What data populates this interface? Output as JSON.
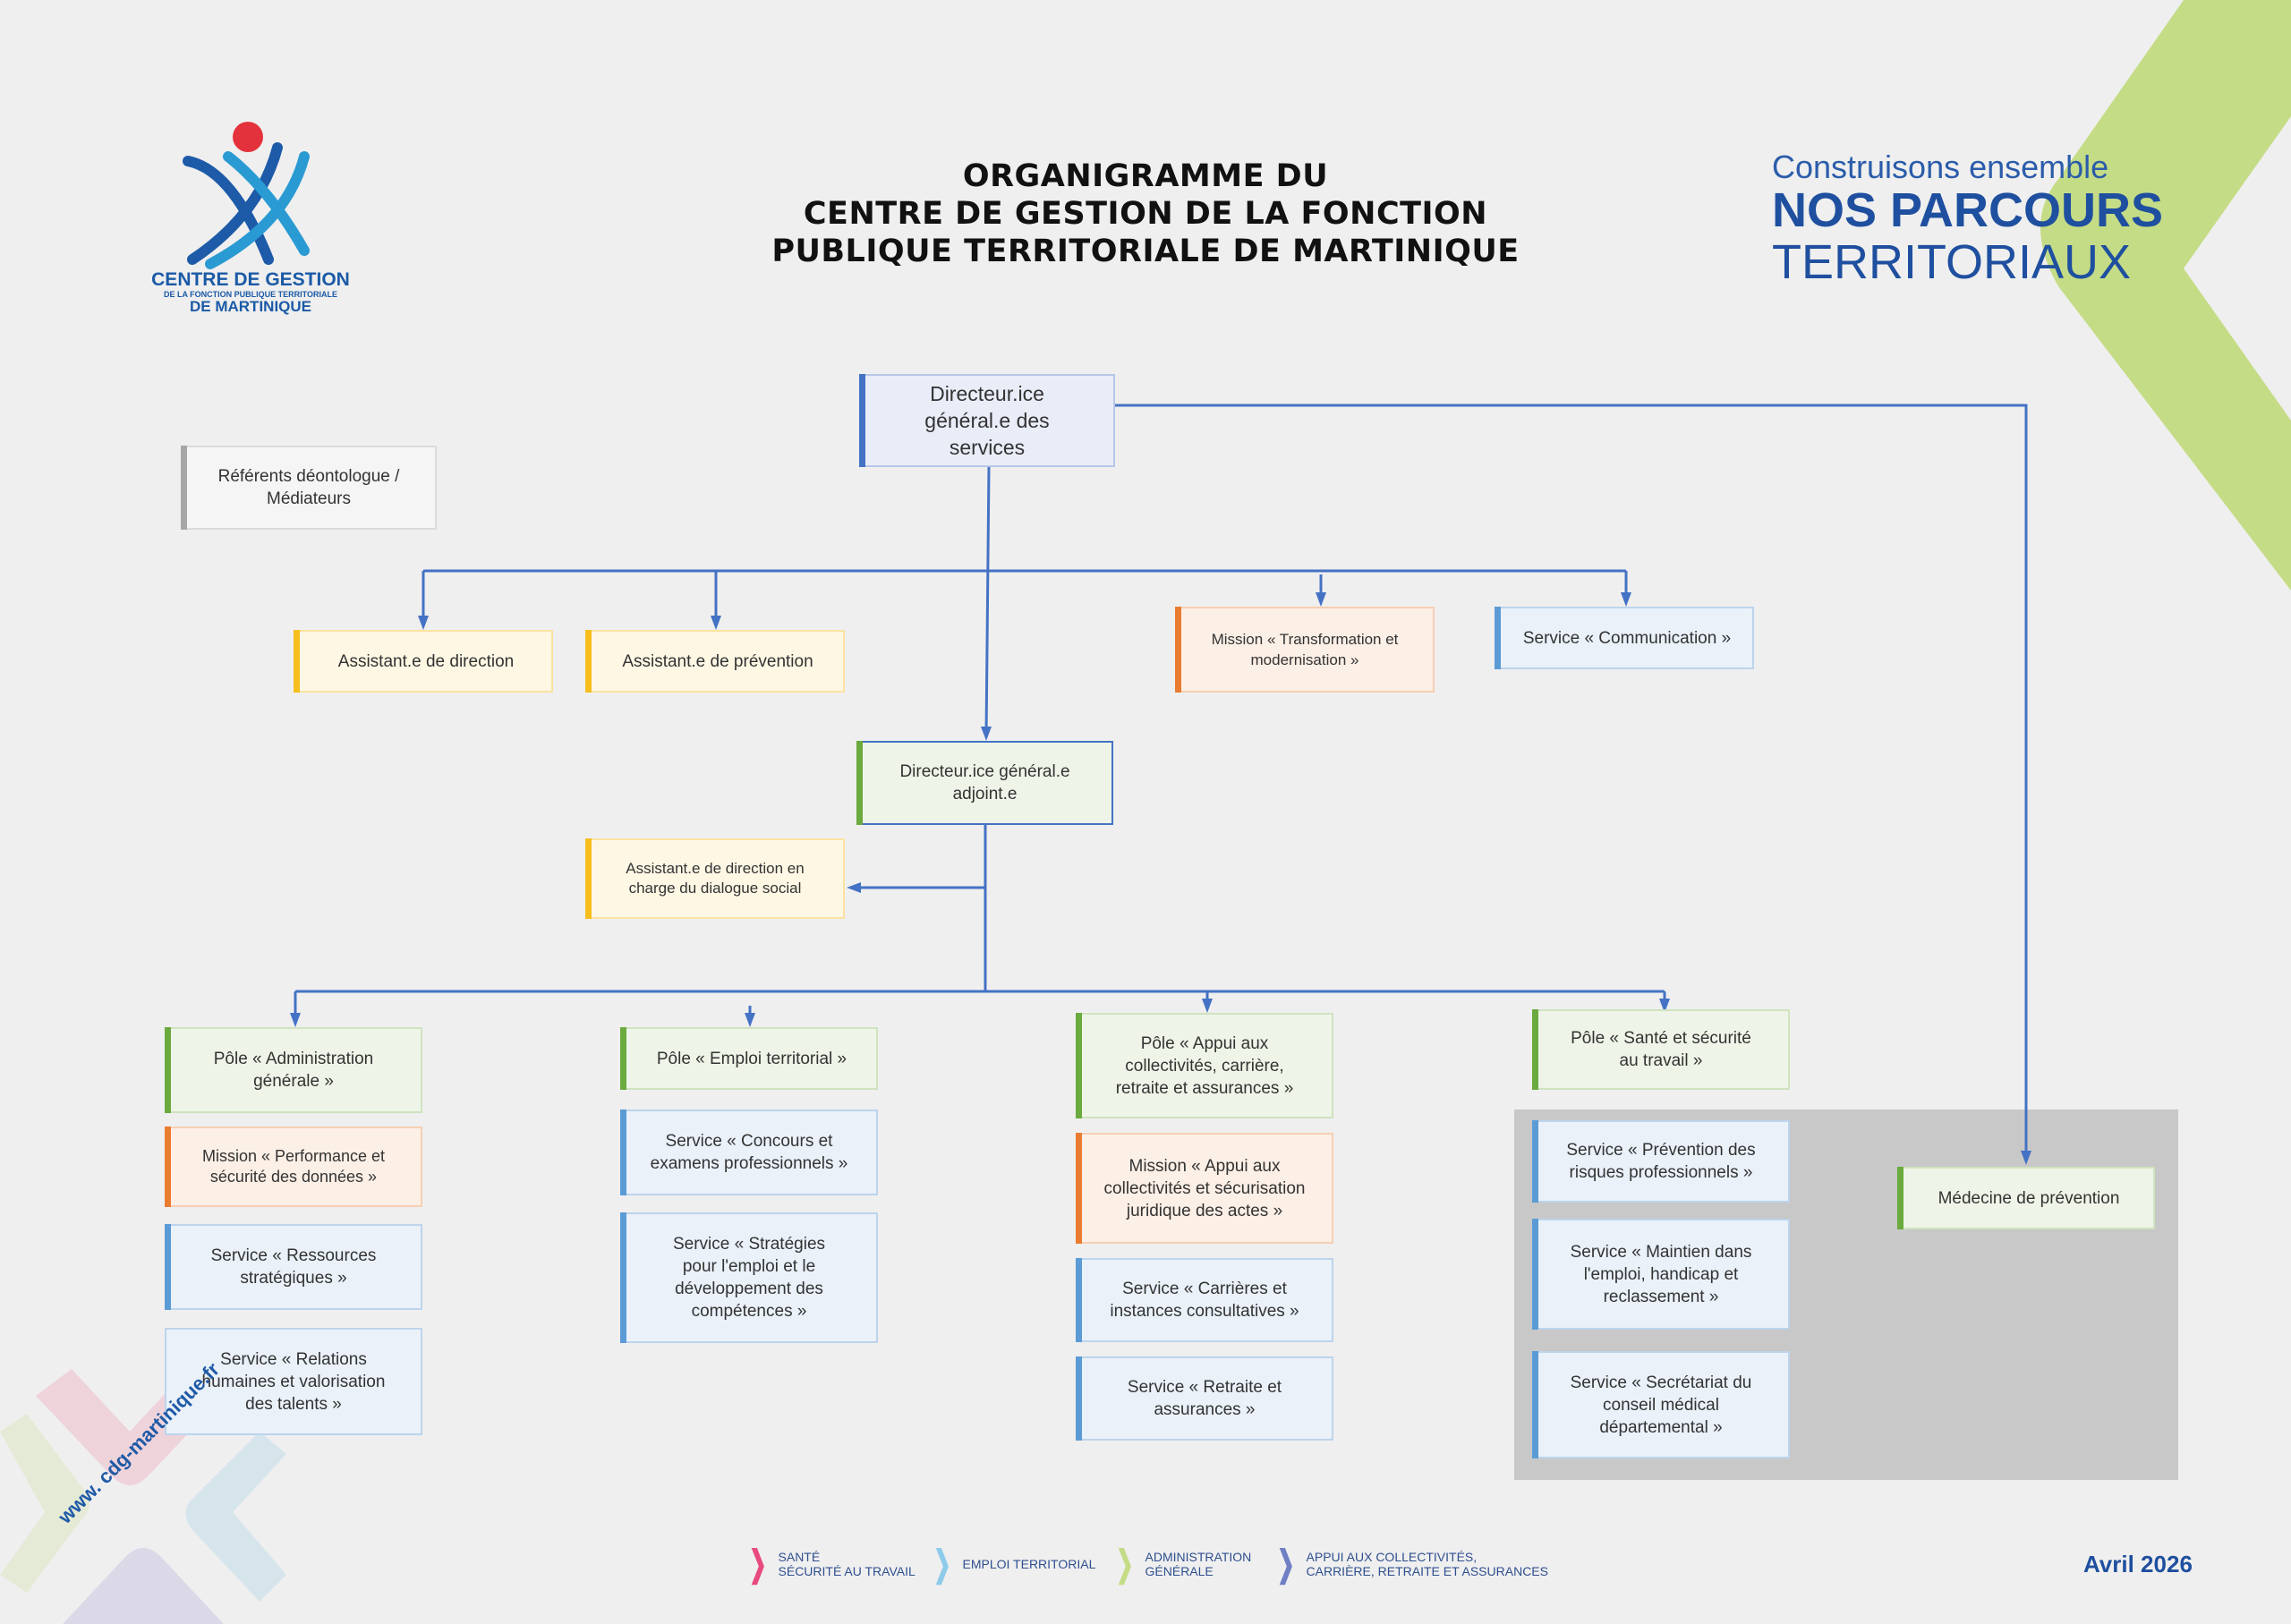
{
  "logo": {
    "line1": "CENTRE DE GESTION",
    "line2": "DE LA FONCTION PUBLIQUE TERRITORIALE",
    "line3": "DE MARTINIQUE"
  },
  "title": {
    "line1": "ORGANIGRAMME DU",
    "line2": "CENTRE DE GESTION DE LA FONCTION",
    "line3": "PUBLIQUE TERRITORIALE DE MARTINIQUE"
  },
  "tagline": {
    "line1": "Construisons ensemble",
    "line2": "NOS PARCOURS",
    "line3": "TERRITORIAUX"
  },
  "colors": {
    "line": "#4472c4",
    "pole": "#6aaa3e",
    "mission": "#ea7c31",
    "service": "#5b9bd5",
    "assistant": "#f7be1c",
    "accent_green": "#c5dc86"
  },
  "nodes": {
    "dgs": "Directeur.ice général.e des services",
    "referents": "Référents déontologue / Médiateurs",
    "assistant_direction": "Assistant.e de direction",
    "assistant_prevention": "Assistant.e de prévention",
    "mission_transformation": "Mission « Transformation et modernisation »",
    "service_communication": "Service « Communication »",
    "dgsa": "Directeur.ice général.e adjoint.e",
    "assistant_dialogue": "Assistant.e de direction en charge du dialogue social",
    "medecine": "Médecine de prévention"
  },
  "poles": [
    {
      "label": "Pôle « Administration générale »",
      "children": [
        "Mission « Performance et sécurité des données »",
        "Service « Ressources stratégiques »",
        "Service « Relations humaines et valorisation des talents »"
      ]
    },
    {
      "label": "Pôle « Emploi territorial »",
      "children": [
        "Service « Concours et examens professionnels »",
        "Service « Stratégies pour l'emploi et le développement des compétences »"
      ]
    },
    {
      "label": "Pôle « Appui aux collectivités, carrière, retraite et assurances »",
      "children": [
        "Mission « Appui aux collectivités et sécurisation juridique des actes »",
        "Service « Carrières et instances consultatives »",
        "Service « Retraite et assurances »"
      ]
    },
    {
      "label": "Pôle « Santé et sécurité au travail »",
      "children": [
        "Service « Prévention des risques professionnels »",
        "Service « Maintien dans l'emploi, handicap et reclassement »",
        "Service « Secrétariat du conseil médical départemental »"
      ]
    }
  ],
  "legend": [
    {
      "line1": "SANTÉ",
      "line2": "SÉCURITÉ AU TRAVAIL",
      "color": "#e84a7f"
    },
    {
      "line1": "EMPLOI TERRITORIAL",
      "line2": "",
      "color": "#8ecbea"
    },
    {
      "line1": "ADMINISTRATION",
      "line2": "GÉNÉRALE",
      "color": "#c5dc86"
    },
    {
      "line1": "APPUI AUX COLLECTIVITÉS,",
      "line2": "CARRIÈRE, RETRAITE ET ASSURANCES",
      "color": "#6f7fc4"
    }
  ],
  "website": "www. cdg-martinique.fr",
  "date": "Avril 2026"
}
